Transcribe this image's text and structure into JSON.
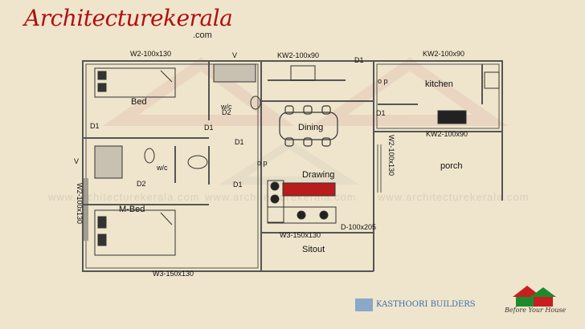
{
  "brand": {
    "name": "Architecturekerala",
    "domain": ".com"
  },
  "watermark": "www.architecturekerala.com",
  "labels": {
    "w2_bed": "W2-100x130",
    "v_top": "V",
    "kw2_top": "KW2-100x90",
    "d1_top": "D1",
    "kw2_kitchen": "KW2-100x90",
    "bed": "Bed",
    "wc_top": "w/c",
    "d2_top": "D2",
    "op_top": "o\np",
    "kitchen": "kitchen",
    "d1_left": "D1",
    "d1_mid": "D1",
    "dining": "Dining",
    "d1_right": "D1",
    "kw2_bottom": "KW2-100x90",
    "d1_mid2": "D1",
    "v_left": "V",
    "wc_bottom": "w/c",
    "w2_vert_right": "W2-100x130",
    "op_mid": "o\np",
    "porch": "porch",
    "drawing": "Drawing",
    "d2_bottom": "D2",
    "d1_bottom": "D1",
    "w2_vert_left": "W2-100x130",
    "mbed": "M-Bed",
    "w3_mid": "W3-150x130",
    "d_100": "D-100x205",
    "sitout": "Sitout",
    "w3_bottom": "W3-150x130"
  },
  "footer": {
    "builder": "KASTHOORI BUILDERS",
    "tagline": "Before Your House"
  }
}
